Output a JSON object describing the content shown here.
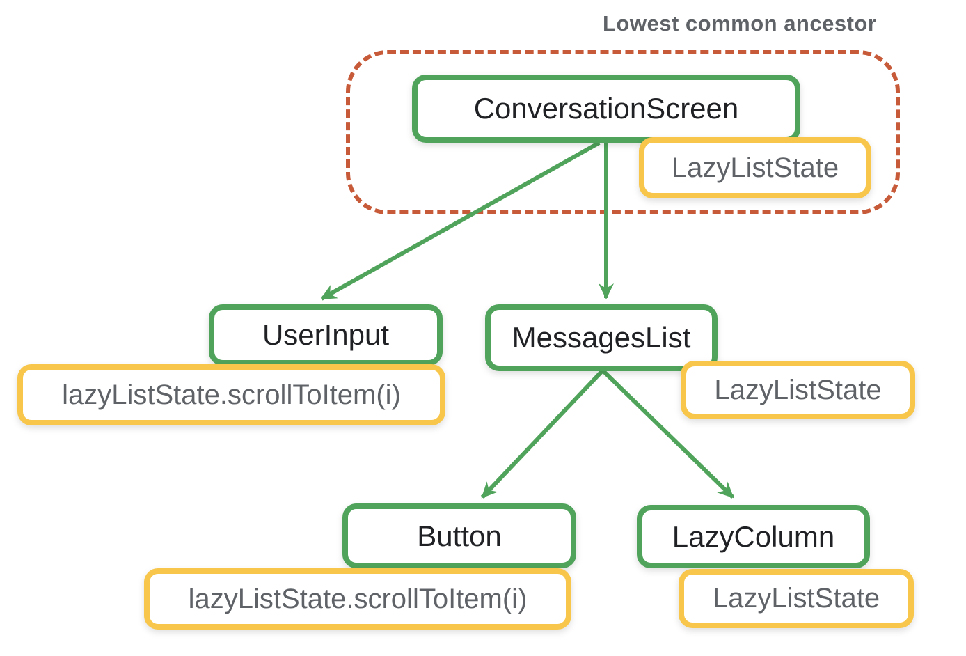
{
  "title": "Lowest common ancestor",
  "colors": {
    "node_border": "#4fa35a",
    "state_border": "#f7c64a",
    "ancestor_outline": "#c75b39",
    "node_text": "#202124",
    "state_text": "#5f6368",
    "title_text": "#5f6368",
    "arrow": "#4fa35a"
  },
  "nodes": {
    "conversation_screen": {
      "label": "ConversationScreen"
    },
    "user_input": {
      "label": "UserInput"
    },
    "messages_list": {
      "label": "MessagesList"
    },
    "button": {
      "label": "Button"
    },
    "lazy_column": {
      "label": "LazyColumn"
    }
  },
  "states": {
    "conversation_screen": {
      "label": "LazyListState"
    },
    "user_input": {
      "label": "lazyListState.scrollToItem(i)"
    },
    "messages_list": {
      "label": "LazyListState"
    },
    "button": {
      "label": "lazyListState.scrollToItem(i)"
    },
    "lazy_column": {
      "label": "LazyListState"
    }
  },
  "edges": [
    {
      "from": "ConversationScreen",
      "to": "UserInput"
    },
    {
      "from": "ConversationScreen",
      "to": "MessagesList"
    },
    {
      "from": "MessagesList",
      "to": "Button"
    },
    {
      "from": "MessagesList",
      "to": "LazyColumn"
    }
  ]
}
